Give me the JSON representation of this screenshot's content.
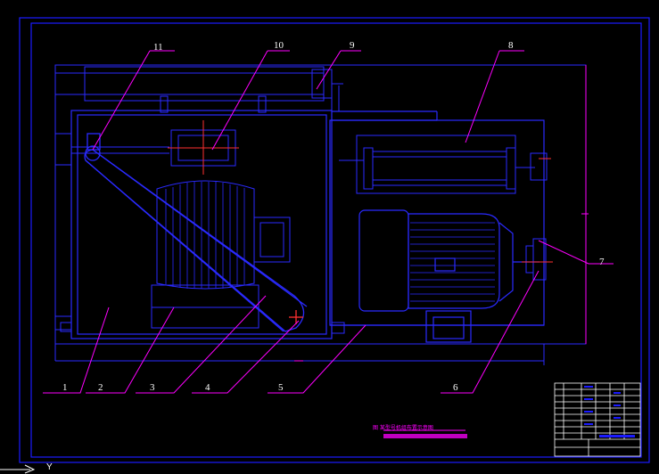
{
  "drawing": {
    "title_note": "图  某型号机组布置示意图",
    "colors": {
      "background": "#000000",
      "frame": "#1a1aff",
      "geometry": "#2a2aff",
      "leader": "#ff00ff",
      "text": "#ffffff",
      "centerline": "#ff3030",
      "highlight": "#c000c0"
    },
    "callouts": {
      "c1": "1",
      "c2": "2",
      "c3": "3",
      "c4": "4",
      "c5": "5",
      "c6": "6",
      "c7": "7",
      "c8": "8",
      "c9": "9",
      "c10": "10",
      "c11": "11"
    },
    "ucs_label": "Y"
  }
}
